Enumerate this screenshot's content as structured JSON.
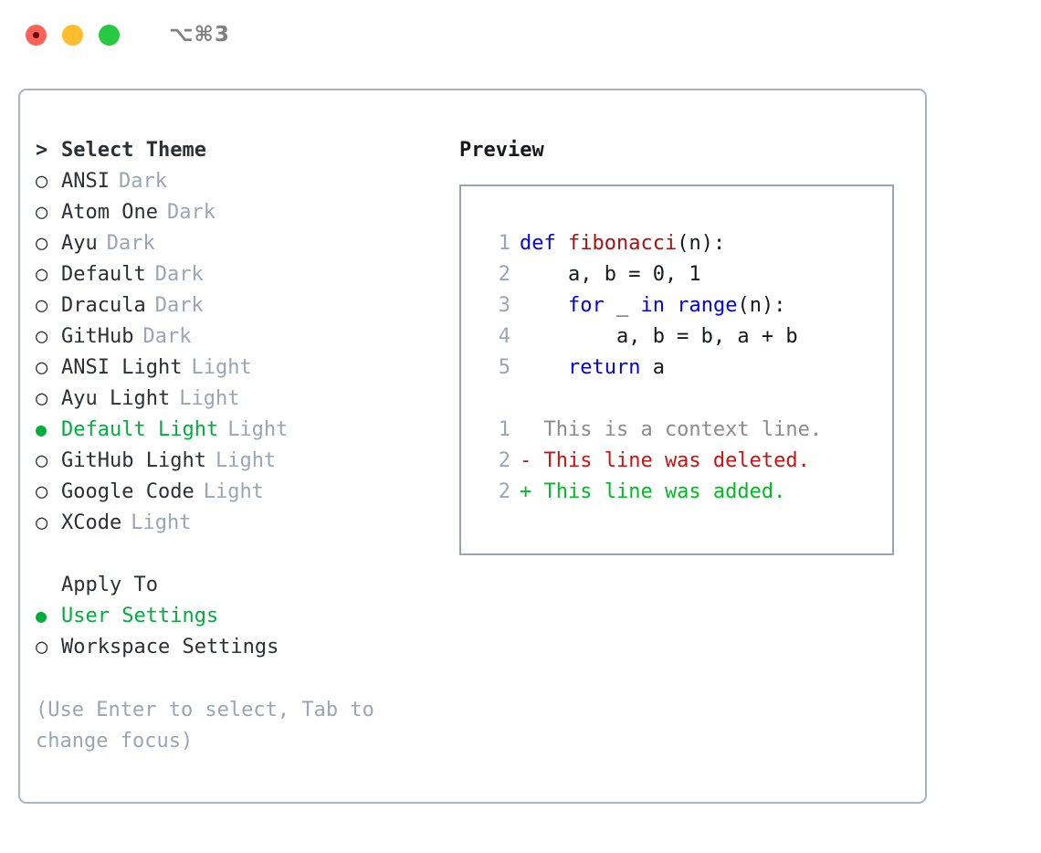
{
  "window": {
    "shortcut_title": "⌥⌘3",
    "traffic_lights": [
      {
        "name": "close",
        "color": "#ff6159"
      },
      {
        "name": "minimize",
        "color": "#ffbd2e"
      },
      {
        "name": "zoom",
        "color": "#28c840"
      }
    ]
  },
  "colors": {
    "accent_green": "#00ad3d",
    "muted": "#9aa5b3",
    "text": "#2b2f36",
    "keyword_blue": "#0000ee",
    "function_red": "#aa1111",
    "diff_add": "#00bb22",
    "diff_del": "#cc1111",
    "border": "#aab3c0"
  },
  "theme_section": {
    "header": "Select Theme",
    "header_marker": ">",
    "marker_unselected": "○",
    "marker_selected": "●",
    "items": [
      {
        "label": "ANSI",
        "meta": "Dark",
        "selected": false
      },
      {
        "label": "Atom One",
        "meta": "Dark",
        "selected": false
      },
      {
        "label": "Ayu",
        "meta": "Dark",
        "selected": false
      },
      {
        "label": "Default",
        "meta": "Dark",
        "selected": false
      },
      {
        "label": "Dracula",
        "meta": "Dark",
        "selected": false
      },
      {
        "label": "GitHub",
        "meta": "Dark",
        "selected": false
      },
      {
        "label": "ANSI Light",
        "meta": "Light",
        "selected": false
      },
      {
        "label": "Ayu Light",
        "meta": "Light",
        "selected": false
      },
      {
        "label": "Default Light",
        "meta": "Light",
        "selected": true
      },
      {
        "label": "GitHub Light",
        "meta": "Light",
        "selected": false
      },
      {
        "label": "Google Code",
        "meta": "Light",
        "selected": false
      },
      {
        "label": "XCode",
        "meta": "Light",
        "selected": false
      }
    ]
  },
  "apply_section": {
    "header": "Apply To",
    "items": [
      {
        "label": "User Settings",
        "selected": true
      },
      {
        "label": "Workspace Settings",
        "selected": false
      }
    ]
  },
  "hint_text": "(Use Enter to select, Tab to change focus)",
  "preview": {
    "title": "Preview",
    "code_lines": [
      {
        "no": "1",
        "segments": [
          {
            "text": "def ",
            "style": "kw"
          },
          {
            "text": "fibonacci",
            "style": "fn"
          },
          {
            "text": "(n):",
            "style": "plain"
          }
        ]
      },
      {
        "no": "2",
        "segments": [
          {
            "text": "    a, b = 0, 1",
            "style": "plain"
          }
        ]
      },
      {
        "no": "3",
        "segments": [
          {
            "text": "    ",
            "style": "plain"
          },
          {
            "text": "for",
            "style": "kw"
          },
          {
            "text": " _ ",
            "style": "plain"
          },
          {
            "text": "in",
            "style": "kw"
          },
          {
            "text": " ",
            "style": "plain"
          },
          {
            "text": "range",
            "style": "kw"
          },
          {
            "text": "(n):",
            "style": "plain"
          }
        ]
      },
      {
        "no": "4",
        "segments": [
          {
            "text": "        a, b = b, a + b",
            "style": "plain"
          }
        ]
      },
      {
        "no": "5",
        "segments": [
          {
            "text": "    ",
            "style": "plain"
          },
          {
            "text": "return",
            "style": "kw"
          },
          {
            "text": " a",
            "style": "plain"
          }
        ]
      }
    ],
    "diff_lines": [
      {
        "no": "1",
        "segments": [
          {
            "text": "  This is a context line.",
            "style": "ctx"
          }
        ]
      },
      {
        "no": "2",
        "segments": [
          {
            "text": "- This line was deleted.",
            "style": "del"
          }
        ]
      },
      {
        "no": "2",
        "segments": [
          {
            "text": "+ This line was added.",
            "style": "add"
          }
        ]
      }
    ]
  }
}
